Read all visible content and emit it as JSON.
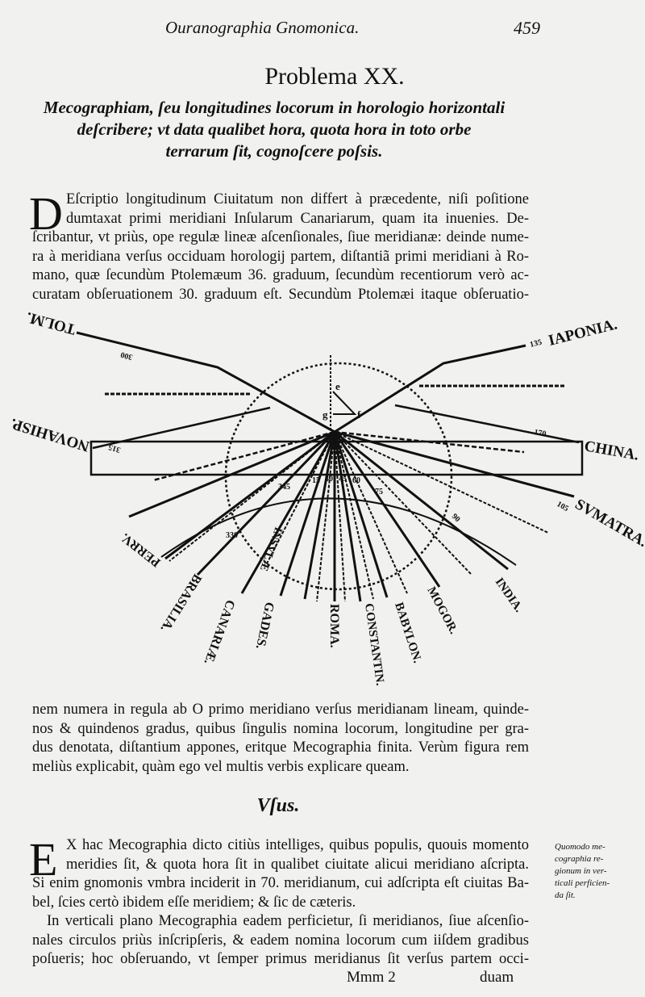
{
  "header": {
    "running_title": "Ouranographia Gnomonica.",
    "page_number": "459"
  },
  "problem": {
    "title": "Problema XX.",
    "statement_lines": [
      "Mecographiam, ſeu longitudines locorum in horologio horizontali",
      "deſcribere; vt data qualibet hora, quota hora in toto orbe",
      "terrarum ſit, cognoſcere poſsis."
    ]
  },
  "paragraph1": {
    "drop_cap": "D",
    "lines": [
      "Eſcriptio longitudinum Ciuitatum non differt à præcedente, niſi poſitione",
      "dumtaxat primi meridiani Inſularum Canariarum, quam ita inuenies. De-",
      "ſcribantur, vt priùs, ope regulæ lineæ aſcenſionales, ſiue meridianæ: deinde nume-",
      "ra à meridiana verſus occiduam horologij partem, diſtantiã primi meridiani à Ro-",
      "mano, quæ ſecundùm Ptolemæum 36. graduum, ſecundùm recentiorum verò ac-",
      "curatam obſeruationem 30. graduum eſt. Secundùm Ptolemæi itaque obſeruatio-"
    ]
  },
  "figure": {
    "places": {
      "tolm": "TOLM.",
      "novahisp": "NOVAHISP.",
      "perru": "PERRV.",
      "brasilia": "BRASILIA.",
      "insulae": "INSVLÆ",
      "canariae": "CANARIÆ.",
      "gades": "GADES.",
      "roma": "ROMA.",
      "constantin": "CONSTANTIN.",
      "babylon": "BABYLON.",
      "mogor": "MOGOR.",
      "india": "INDIA.",
      "sumatra": "SVMATRA.",
      "china": "CHINA.",
      "iaponia": "IAPONIA."
    },
    "degrees": {
      "tolm": "300",
      "novahisp": "315",
      "iaponia": "135",
      "china": "170",
      "sumatra": "105",
      "d90": "90",
      "d75": "75",
      "d60": "60",
      "d45": "45",
      "d30": "30",
      "d15": "15",
      "d345": "345",
      "d330": "330"
    },
    "points": {
      "e": "e",
      "f": "f",
      "g": "g"
    }
  },
  "paragraph2": {
    "lines": [
      "nem numera in regula ab O primo meridiano verſus meridianam lineam, quinde-",
      "nos & quindenos gradus, quibus ſingulis nomina locorum, longitudine per gra-",
      "dus denotata, diſtantium appones, eritque Mecographia finita. Verùm figura rem",
      "meliùs explicabit, quàm ego vel multis verbis explicare queam."
    ]
  },
  "usus": {
    "heading": "Vſus.",
    "drop_cap": "E",
    "lines": [
      "X hac Mecographia dicto citiùs intelliges, quibus populis, quouis momento",
      "meridies ſit, & quota hora ſit in qualibet ciuitate alicui meridiano aſcripta.",
      "Si enim gnomonis vmbra inciderit in 70. meridianum, cui adſcripta eſt ciuitas Ba-",
      "bel, ſcies certò ibidem eſſe meridiem; & ſic de cæteris."
    ],
    "lines2": [
      "In verticali plano Mecographia eadem perficietur, ſi meridianos, ſiue aſcenſio-",
      "nales circulos priùs inſcripſeris, & eadem nomina locorum cum iiſdem gradibus",
      "poſueris; hoc obſeruando, vt ſemper primus meridianus ſit verſus partem occi-"
    ],
    "margin_note": [
      "Quomodo me-",
      "cographia re-",
      "gionum in ver-",
      "ticali perficien-",
      "da ſit."
    ]
  },
  "footer": {
    "signature": "Mmm 2",
    "catchword": "duam"
  }
}
